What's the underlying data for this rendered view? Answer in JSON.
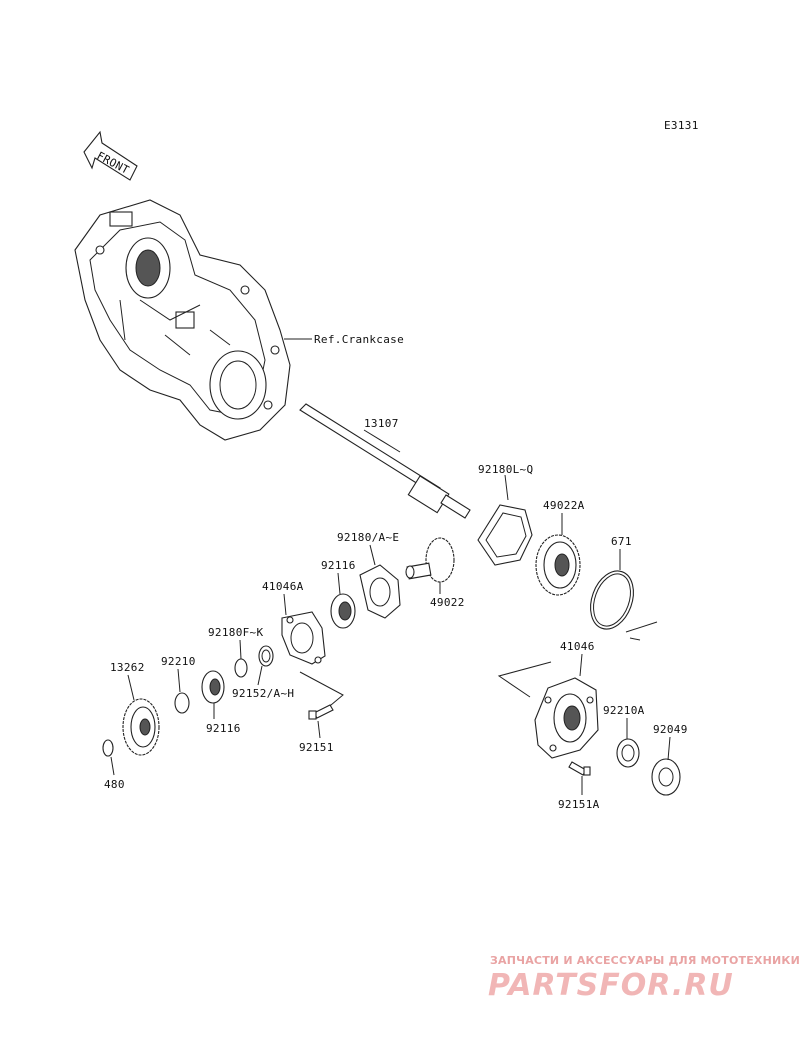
{
  "diagram_code": "E3131",
  "front_label": "FRONT",
  "reference": "Ref.Crankcase",
  "parts": [
    {
      "id": "p13107",
      "label": "13107"
    },
    {
      "id": "p92180LQ",
      "label": "92180L~Q"
    },
    {
      "id": "p49022A",
      "label": "49022A"
    },
    {
      "id": "p671",
      "label": "671"
    },
    {
      "id": "p92180AE",
      "label": "92180/A~E"
    },
    {
      "id": "p92116a",
      "label": "92116"
    },
    {
      "id": "p41046A",
      "label": "41046A"
    },
    {
      "id": "p49022",
      "label": "49022"
    },
    {
      "id": "p92180FK",
      "label": "92180F~K"
    },
    {
      "id": "p13262",
      "label": "13262"
    },
    {
      "id": "p92210",
      "label": "92210"
    },
    {
      "id": "p92152AH",
      "label": "92152/A~H"
    },
    {
      "id": "p92116b",
      "label": "92116"
    },
    {
      "id": "p92151",
      "label": "92151"
    },
    {
      "id": "p480",
      "label": "480"
    },
    {
      "id": "p41046",
      "label": "41046"
    },
    {
      "id": "p92210A",
      "label": "92210A"
    },
    {
      "id": "p92049",
      "label": "92049"
    },
    {
      "id": "p92151A",
      "label": "92151A"
    }
  ],
  "watermark": {
    "tagline": "ЗАПЧАСТИ И АКСЕССУАРЫ ДЛЯ МОТОТЕХНИКИ",
    "brand": "PARTSFOR.RU",
    "color": "#f1b6b6"
  }
}
